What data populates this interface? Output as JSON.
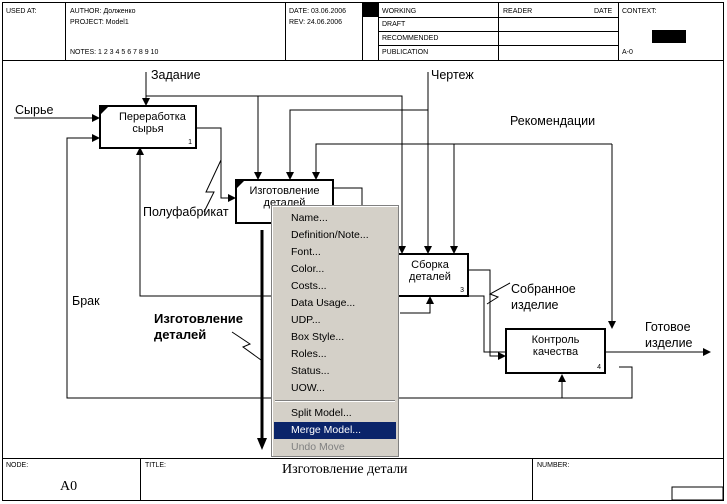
{
  "header": {
    "used_at": "USED AT:",
    "author": "AUTHOR: Долженко",
    "project": "PROJECT: Model1",
    "notes": "NOTES: 1 2 3 4 5 6 7 8 9 10",
    "date": "DATE: 03.06.2006",
    "rev": "REV: 24.06.2006",
    "working": "WORKING",
    "draft": "DRAFT",
    "recommended": "RECOMMENDED",
    "publication": "PUBLICATION",
    "reader": "READER",
    "reader_date": "DATE",
    "context": "CONTEXT:",
    "context_node": "A-0"
  },
  "diagram": {
    "boxes": [
      {
        "label": "Переработка сырья",
        "number": "1"
      },
      {
        "label": "Изготовление деталей",
        "number": ""
      },
      {
        "label": "Сборка деталей",
        "number": "3"
      },
      {
        "label": "Контроль качества",
        "number": "4"
      }
    ],
    "arrows": {
      "raw": "Сырье",
      "task": "Задание",
      "drawing": "Чертеж",
      "recommendations": "Рекомендации",
      "semi": "Полуфабрикат",
      "defect": "Брак",
      "assembled_line1": "Собранное",
      "assembled_line2": "изделие",
      "finished_line1": "Готовое",
      "finished_line2": "изделие"
    },
    "callout_line1": "Изготовление",
    "callout_line2": "деталей"
  },
  "context_menu": {
    "items": [
      "Name...",
      "Definition/Note...",
      "Font...",
      "Color...",
      "Costs...",
      "Data Usage...",
      "UDP...",
      "Box Style...",
      "Roles...",
      "Status...",
      "UOW...",
      "Split Model...",
      "Merge Model...",
      "Undo Move"
    ]
  },
  "footer": {
    "node_label": "NODE:",
    "node_value": "A0",
    "title_label": "TITLE:",
    "title_value": "Изготовление детали",
    "number_label": "NUMBER:"
  }
}
